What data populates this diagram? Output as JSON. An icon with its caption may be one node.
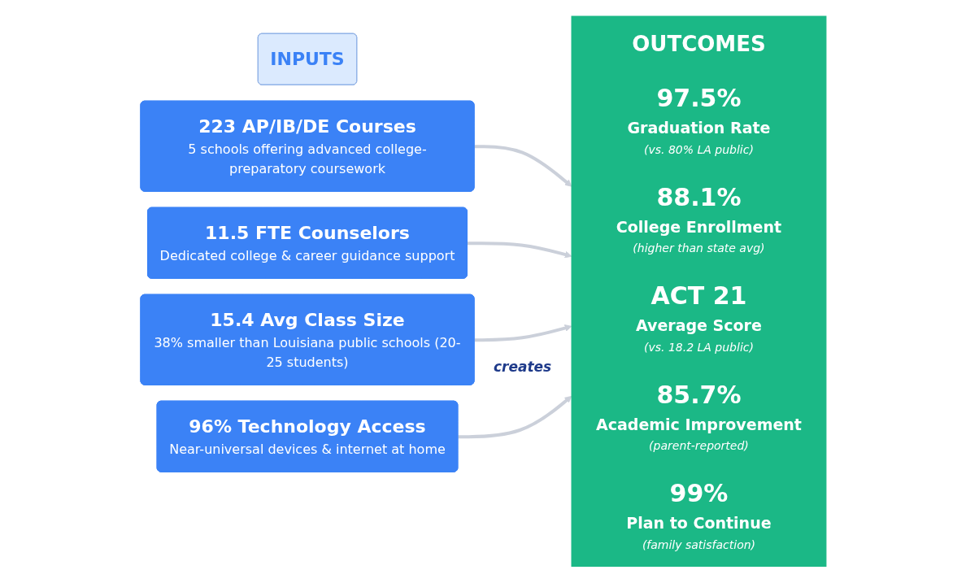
{
  "diagram": {
    "nodes": [
      {
        "text": [
          "INPUTS"
        ]
      },
      {
        "text": [
          "223 AP/IB/DE Courses",
          "5 schools offering advanced college-preparatory coursework"
        ]
      },
      {
        "text": [
          "11.5 FTE Counselors",
          "Dedicated college & career guidance support"
        ]
      },
      {
        "text": [
          "15.4 Avg Class Size",
          "38% smaller than Louisiana public schools (20-25 students)"
        ]
      },
      {
        "text": [
          "96% Technology Access",
          "Near-universal devices & internet at home"
        ]
      },
      {
        "text": [
          "OUTCOMES",
          "97.5%",
          "Graduation Rate",
          "(vs. 80% LA public)",
          "88.1%",
          "College Enrollment",
          "(higher than state avg)",
          "ACT 21",
          "Average Score",
          "(vs. 18.2 LA public)",
          "85.7%",
          "Academic Improvement",
          "(parent-reported)",
          "99%",
          "Plan to Continue",
          "(family satisfaction)"
        ]
      }
    ],
    "edges": [
      {
        "from": 1,
        "to": 5,
        "arrow": "to"
      },
      {
        "from": 2,
        "to": 5,
        "arrow": "to"
      },
      {
        "from": 3,
        "to": 5,
        "arrow": "to"
      },
      {
        "from": 4,
        "to": 5,
        "arrow": "to"
      }
    ],
    "labels": [
      "creates"
    ]
  }
}
